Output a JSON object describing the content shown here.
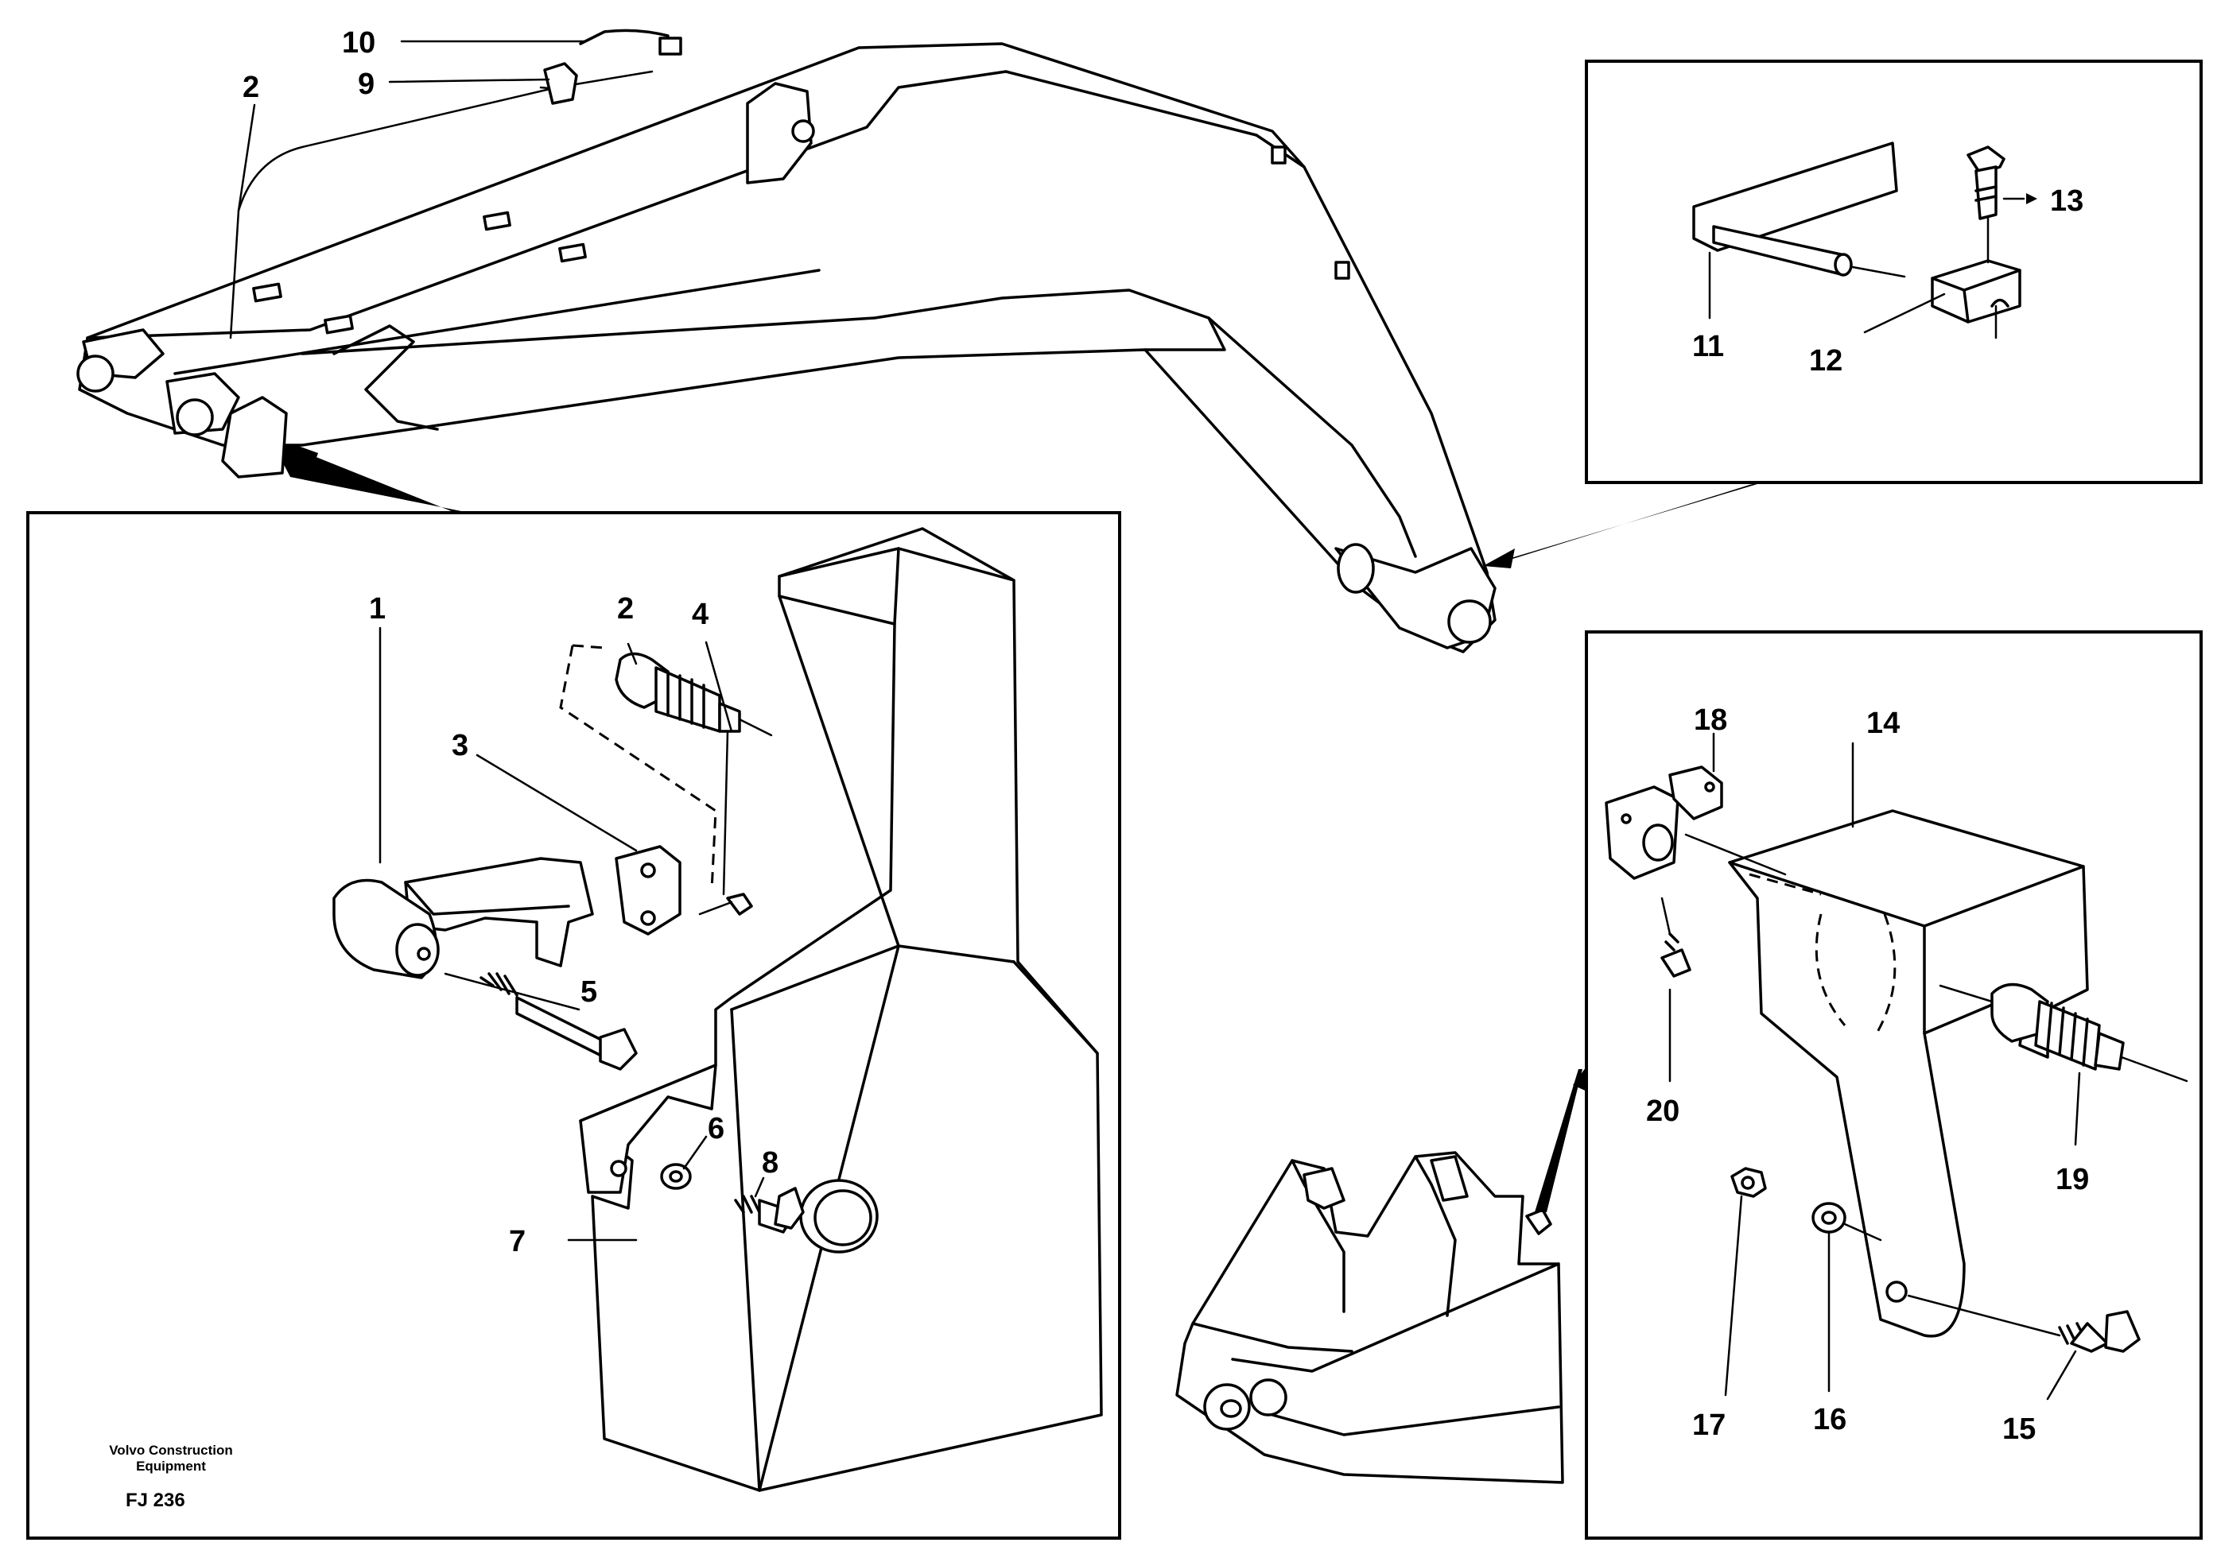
{
  "footer": {
    "manufacturer_line1": "Volvo Construction",
    "manufacturer_line2": "Equipment",
    "figure_code": "FJ 236"
  },
  "callouts": {
    "c1": "1",
    "c2": "2",
    "c3": "3",
    "c4": "4",
    "c5": "5",
    "c6": "6",
    "c7": "7",
    "c8": "8",
    "c9": "9",
    "c10": "10",
    "c11": "11",
    "c12": "12",
    "c13": "13",
    "c14": "14",
    "c15": "15",
    "c16": "16",
    "c17": "17",
    "c18": "18",
    "c19": "19",
    "c20": "20"
  }
}
